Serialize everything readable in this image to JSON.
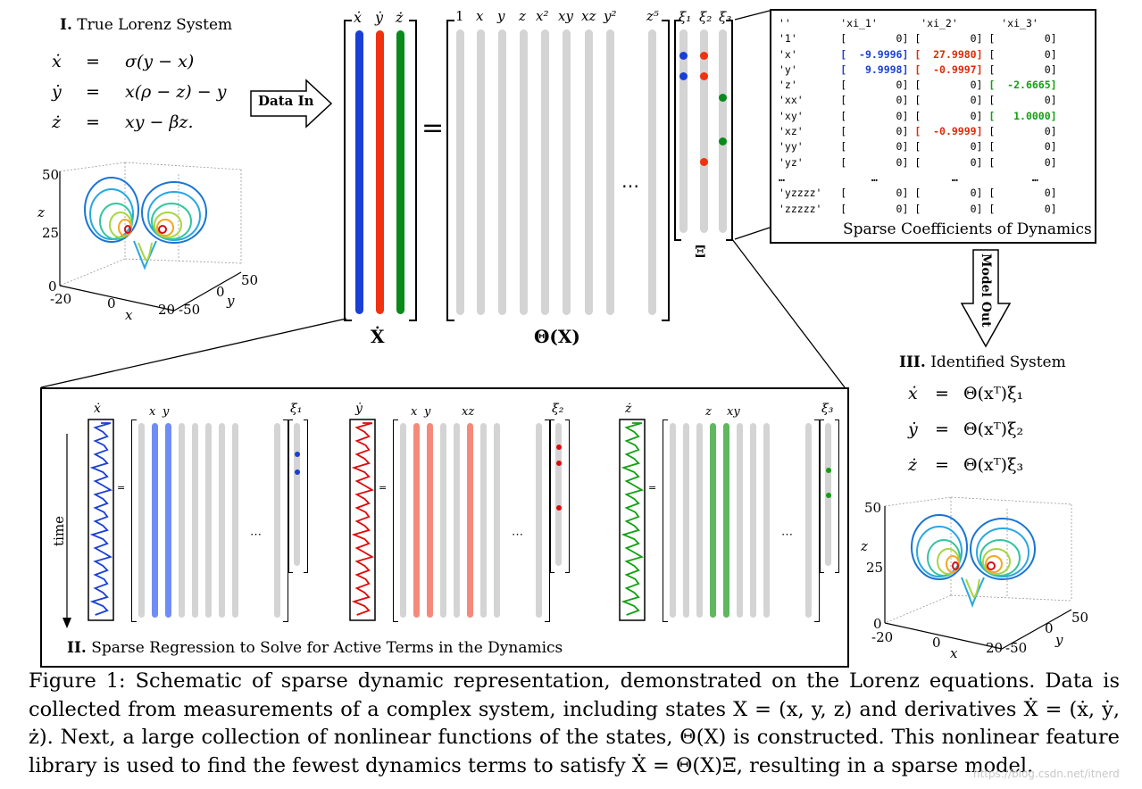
{
  "section1": {
    "title_num": "I.",
    "title": "True Lorenz System",
    "equations": [
      {
        "lhs": "ẋ",
        "eq": "=",
        "rhs": "σ(y − x)"
      },
      {
        "lhs": "ẏ",
        "eq": "=",
        "rhs": "x(ρ − z) − y"
      },
      {
        "lhs": "ż",
        "eq": "=",
        "rhs": "xy − βz."
      }
    ],
    "plot": {
      "z_label": "z",
      "x_label": "x",
      "y_label": "y",
      "z_ticks": [
        "50",
        "25",
        "0"
      ],
      "x_ticks": [
        "-20",
        "0",
        "20"
      ],
      "y_ticks": [
        "50",
        "0",
        "-50"
      ]
    }
  },
  "data_in_label": "Data In",
  "model_out_label": "Model Out",
  "xdot_matrix": {
    "col_labels": [
      "ẋ",
      "ẏ",
      "ż"
    ],
    "label": "Ẋ",
    "colors": [
      "#1a3fd6",
      "#f0320f",
      "#0a8a1a"
    ]
  },
  "equals": "=",
  "theta_matrix": {
    "col_labels": [
      "1",
      "x",
      "y",
      "z",
      "x²",
      "xy",
      "xz",
      "y²",
      "z⁵"
    ],
    "ellipsis": "⋯",
    "label": "Θ(X)"
  },
  "xi_matrix": {
    "col_labels": [
      "ξ₁",
      "ξ₂",
      "ξ₃"
    ],
    "label": "Ξ"
  },
  "coefficients": {
    "headers": [
      "''",
      "'xi_1'",
      "'xi_2'",
      "'xi_3'"
    ],
    "rows": [
      [
        "'1'",
        "0",
        "0",
        "0"
      ],
      [
        "'x'",
        "-9.9996",
        "27.9980",
        "0"
      ],
      [
        "'y'",
        "9.9998",
        "-0.9997",
        "0"
      ],
      [
        "'z'",
        "0",
        "0",
        "-2.6665"
      ],
      [
        "'xx'",
        "0",
        "0",
        "0"
      ],
      [
        "'xy'",
        "0",
        "0",
        "1.0000"
      ],
      [
        "'xz'",
        "0",
        "-0.9999",
        "0"
      ],
      [
        "'yy'",
        "0",
        "0",
        "0"
      ],
      [
        "'yz'",
        "0",
        "0",
        "0"
      ],
      [
        "…",
        "…",
        "…",
        "…"
      ],
      [
        "'yzzzz'",
        "0",
        "0",
        "0"
      ],
      [
        "'zzzzz'",
        "0",
        "0",
        "0"
      ]
    ],
    "caption": "Sparse Coefficients of Dynamics"
  },
  "section3": {
    "title_num": "III.",
    "title": "Identified System",
    "equations": [
      {
        "lhs": "ẋ",
        "eq": "=",
        "rhs": "Θ(xᵀ)ξ₁"
      },
      {
        "lhs": "ẏ",
        "eq": "=",
        "rhs": "Θ(xᵀ)ξ₂"
      },
      {
        "lhs": "ż",
        "eq": "=",
        "rhs": "Θ(xᵀ)ξ₃"
      }
    ],
    "plot": {
      "z_label": "z",
      "x_label": "x",
      "y_label": "y",
      "z_ticks": [
        "50",
        "25",
        "0"
      ],
      "x_ticks": [
        "-20",
        "0",
        "20"
      ],
      "y_ticks": [
        "50",
        "0",
        "-50"
      ]
    }
  },
  "section2": {
    "title_num": "II.",
    "title": "Sparse Regression to Solve for Active Terms in the Dynamics",
    "time_label": "time",
    "panels": [
      {
        "deriv": "ẋ",
        "terms": [
          "x",
          "y"
        ],
        "xi": "ξ₁",
        "color": "#1a3fd6",
        "light": "#6f8df5"
      },
      {
        "deriv": "ẏ",
        "terms": [
          "x",
          "y",
          "xz"
        ],
        "xi": "ξ₂",
        "color": "#e00a0a",
        "light": "#f58a7a"
      },
      {
        "deriv": "ż",
        "terms": [
          "z",
          "xy"
        ],
        "xi": "ξ₃",
        "color": "#12a012",
        "light": "#5fb85f"
      }
    ],
    "small_equals": "=",
    "ellipsis": "⋯"
  },
  "caption": {
    "prefix": "Figure 1:",
    "text": "Schematic of sparse dynamic representation, demonstrated on the Lorenz equations. Data is collected from measurements of a complex system, including states X = (x, y, z) and derivatives Ẋ = (ẋ, ẏ, ż). Next, a large collection of nonlinear functions of the states, Θ(X) is constructed. This nonlinear feature library is used to find the fewest dynamics terms to satisfy Ẋ = Θ(X)Ξ, resulting in a sparse model."
  },
  "watermark": "https://blog.csdn.net/itnerd"
}
